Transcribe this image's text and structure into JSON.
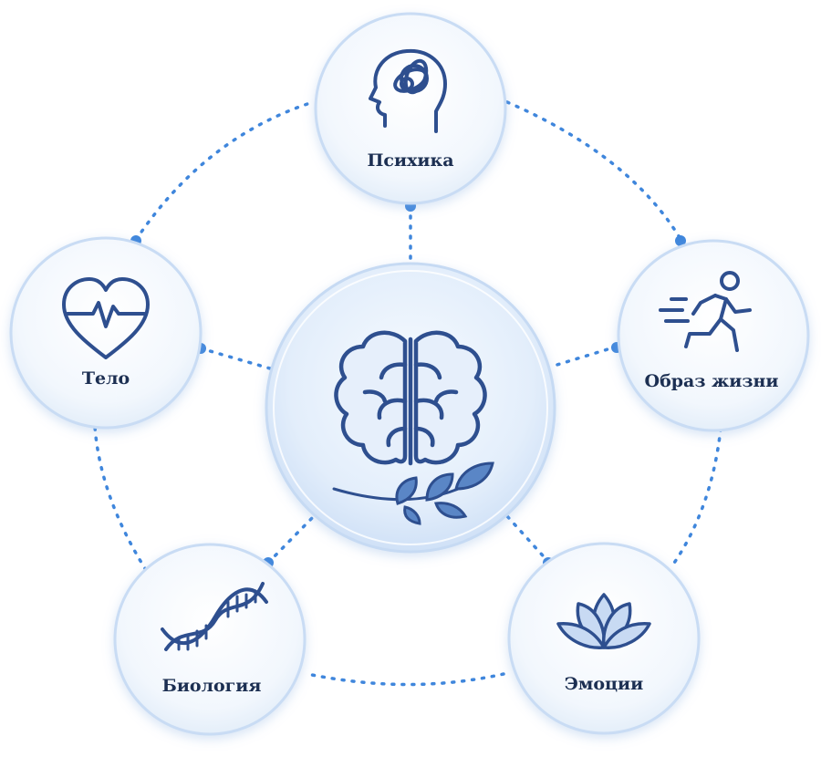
{
  "nodes": {
    "psyche": {
      "label": "Психика",
      "icon": "head-mind-icon"
    },
    "lifestyle": {
      "label": "Образ жизни",
      "icon": "running-person-icon"
    },
    "emotions": {
      "label": "Эмоции",
      "icon": "lotus-icon"
    },
    "biology": {
      "label": "Биология",
      "icon": "dna-icon"
    },
    "body": {
      "label": "Тело",
      "icon": "heart-pulse-icon"
    },
    "center": {
      "icon": "brain-icon",
      "accent_icon": "leaf-branch-icon"
    }
  },
  "colors": {
    "icon_stroke": "#2e4f8f",
    "dashes": "#3f86dc",
    "circle_fill": "#f2f7fd",
    "circle_stroke": "#c9dcf4",
    "center_fill": "#dbe8fa",
    "label": "#1c2f52"
  }
}
